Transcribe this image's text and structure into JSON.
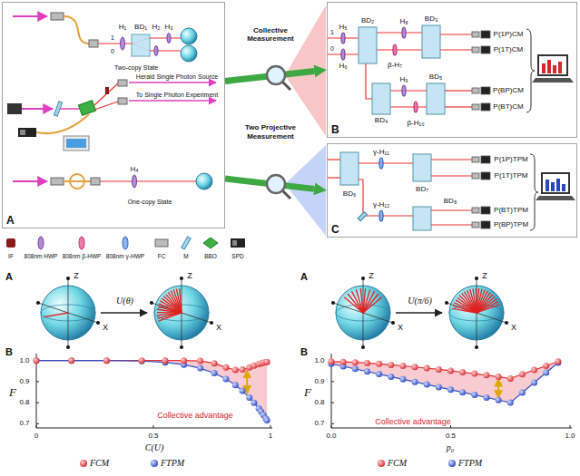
{
  "diagram": {
    "nodes": [
      {
        "text": [
          "A"
        ]
      },
      {
        "text": [
          "B"
        ]
      },
      {
        "text": [
          "C"
        ]
      }
    ],
    "edges": [
      {
        "from": 0,
        "to": 1,
        "arrow": "to",
        "label": "Collective Measurement"
      },
      {
        "from": 0,
        "to": 2,
        "arrow": "to",
        "label": "Two Projective Measurement"
      }
    ],
    "labels": [
      "Two-copy State",
      "Herald Single Photon Source",
      "To Single Photon Experiment",
      "One-copy State",
      "H₁",
      "BD₁",
      "H₂",
      "H₃",
      "1",
      "0",
      "H₄",
      "1",
      "0",
      "H₅",
      "H₆",
      "BD₂",
      "β-H₇",
      "H₈",
      "BD₃",
      "BD₄",
      "H₉",
      "β-H₁₀",
      "BD₅",
      "P(1P)CM",
      "P(1T)CM",
      "P(BP)CM",
      "P(BT)CM",
      "BD₆",
      "γ-H₁₁",
      "BD₇",
      "γ-H₁₂",
      "BD₈",
      "P(1P)TPM",
      "P(1T)TPM",
      "P(BT)TPM",
      "P(BP)TPM",
      "A",
      "Z",
      "X",
      "U(θ)",
      "Z",
      "X",
      "B",
      "F",
      "1.0",
      "0.9",
      "0.8",
      "0.7",
      "0",
      "0.5",
      "1",
      "C(U)",
      "Collective advantage",
      "A",
      "Z",
      "X",
      "U(π/6)",
      "Z",
      "X",
      "B",
      "F",
      "1.0",
      "0.9",
      "0.8",
      "0.7",
      "0.0",
      "0.5",
      "1.0",
      "p₀",
      "Collective advantage"
    ],
    "legend": [
      {
        "text": "IF"
      },
      {
        "text": "808nm HWP"
      },
      {
        "text": "808nm β-HWP"
      },
      {
        "text": "808nm γ-HWP"
      },
      {
        "text": "FC"
      },
      {
        "text": "M"
      },
      {
        "text": "BBO"
      },
      {
        "text": "SPD"
      },
      {
        "text": "FCM"
      },
      {
        "text": "FTPM"
      },
      {
        "text": "FCM"
      },
      {
        "text": "FTPM"
      }
    ]
  }
}
